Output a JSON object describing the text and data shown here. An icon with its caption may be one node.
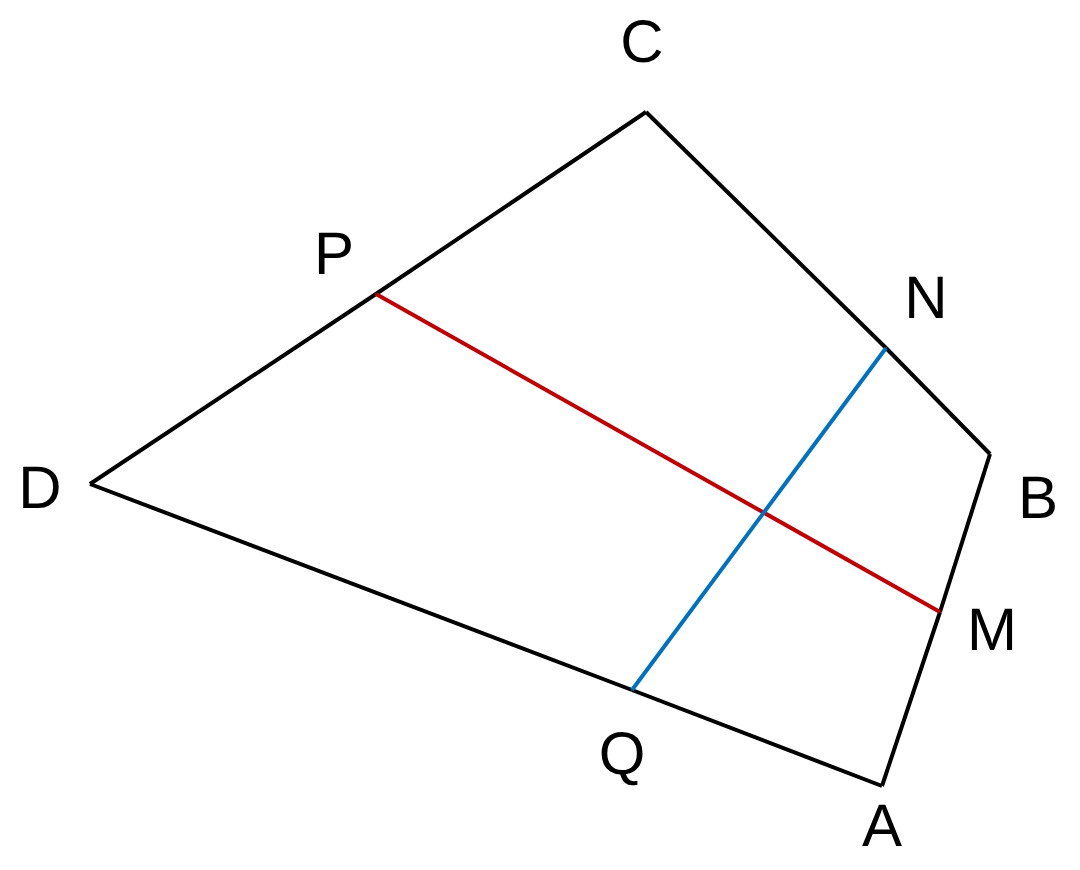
{
  "diagram": {
    "nodes": [
      {
        "text": [
          "C"
        ]
      },
      {
        "text": [
          "P"
        ]
      },
      {
        "text": [
          "N"
        ]
      },
      {
        "text": [
          "B"
        ]
      },
      {
        "text": [
          "D"
        ]
      },
      {
        "text": [
          "M"
        ]
      },
      {
        "text": [
          "Q"
        ]
      },
      {
        "text": [
          "A"
        ]
      }
    ],
    "edges": [
      {
        "from": 0,
        "to": 2,
        "arrow": "none"
      },
      {
        "from": 2,
        "to": 3,
        "arrow": "none"
      },
      {
        "from": 3,
        "to": 5,
        "arrow": "none"
      },
      {
        "from": 5,
        "to": 7,
        "arrow": "none"
      },
      {
        "from": 7,
        "to": 6,
        "arrow": "none"
      },
      {
        "from": 6,
        "to": 4,
        "arrow": "none"
      },
      {
        "from": 4,
        "to": 1,
        "arrow": "none"
      },
      {
        "from": 1,
        "to": 0,
        "arrow": "none"
      },
      {
        "from": 1,
        "to": 5,
        "arrow": "none",
        "color": "#c00000"
      },
      {
        "from": 6,
        "to": 2,
        "arrow": "none",
        "color": "#0070c0"
      }
    ]
  }
}
